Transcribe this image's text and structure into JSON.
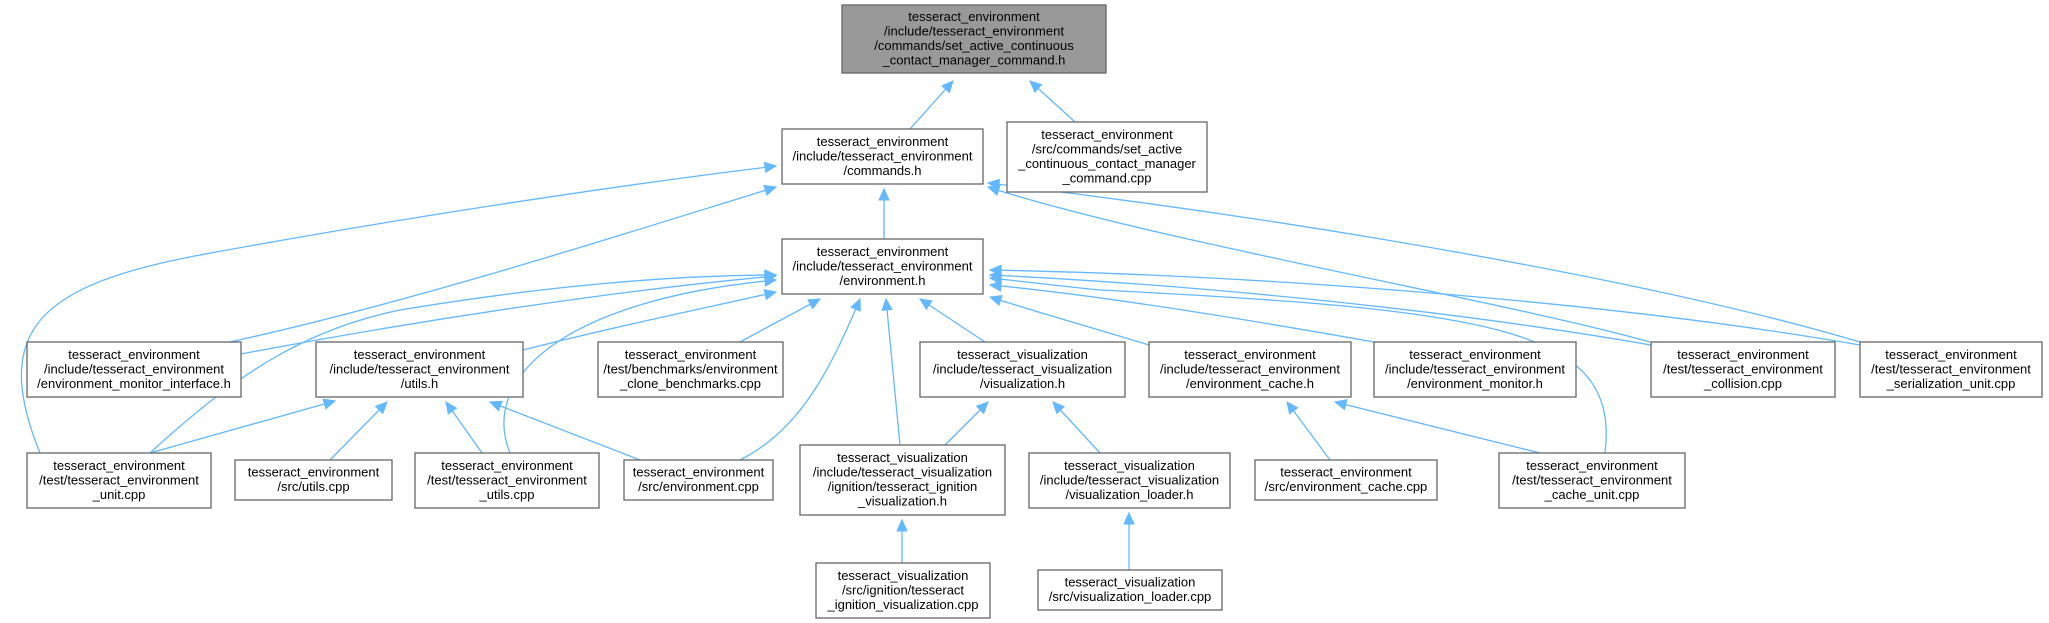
{
  "root": {
    "lines": [
      "tesseract_environment",
      "/include/tesseract_environment",
      "/commands/set_active_continuous",
      "_contact_manager_command.h"
    ]
  },
  "nodes": {
    "commands_h": [
      "tesseract_environment",
      "/include/tesseract_environment",
      "/commands.h"
    ],
    "set_active_cpp": [
      "tesseract_environment",
      "/src/commands/set_active",
      "_continuous_contact_manager",
      "_command.cpp"
    ],
    "environment_h": [
      "tesseract_environment",
      "/include/tesseract_environment",
      "/environment.h"
    ],
    "env_monitor_interface_h": [
      "tesseract_environment",
      "/include/tesseract_environment",
      "/environment_monitor_interface.h"
    ],
    "utils_h": [
      "tesseract_environment",
      "/include/tesseract_environment",
      "/utils.h"
    ],
    "clone_benchmarks_cpp": [
      "tesseract_environment",
      "/test/benchmarks/environment",
      "_clone_benchmarks.cpp"
    ],
    "visualization_h": [
      "tesseract_visualization",
      "/include/tesseract_visualization",
      "/visualization.h"
    ],
    "environment_cache_h": [
      "tesseract_environment",
      "/include/tesseract_environment",
      "/environment_cache.h"
    ],
    "environment_monitor_h": [
      "tesseract_environment",
      "/include/tesseract_environment",
      "/environment_monitor.h"
    ],
    "collision_cpp": [
      "tesseract_environment",
      "/test/tesseract_environment",
      "_collision.cpp"
    ],
    "serialization_unit_cpp": [
      "tesseract_environment",
      "/test/tesseract_environment",
      "_serialization_unit.cpp"
    ],
    "env_unit_cpp": [
      "tesseract_environment",
      "/test/tesseract_environment",
      "_unit.cpp"
    ],
    "src_utils_cpp": [
      "tesseract_environment",
      "/src/utils.cpp"
    ],
    "test_utils_cpp": [
      "tesseract_environment",
      "/test/tesseract_environment",
      "_utils.cpp"
    ],
    "src_environment_cpp": [
      "tesseract_environment",
      "/src/environment.cpp"
    ],
    "ignition_visualization_h": [
      "tesseract_visualization",
      "/include/tesseract_visualization",
      "/ignition/tesseract_ignition",
      "_visualization.h"
    ],
    "visualization_loader_h": [
      "tesseract_visualization",
      "/include/tesseract_visualization",
      "/visualization_loader.h"
    ],
    "src_environment_cache_cpp": [
      "tesseract_environment",
      "/src/environment_cache.cpp"
    ],
    "cache_unit_cpp": [
      "tesseract_environment",
      "/test/tesseract_environment",
      "_cache_unit.cpp"
    ],
    "ignition_visualization_cpp": [
      "tesseract_visualization",
      "/src/ignition/tesseract",
      "_ignition_visualization.cpp"
    ],
    "visualization_loader_cpp": [
      "tesseract_visualization",
      "/src/visualization_loader.cpp"
    ]
  },
  "colors": {
    "edge": "#63b8ff",
    "root_fill": "#999999",
    "node_fill": "#ffffff",
    "node_border": "#666666"
  }
}
